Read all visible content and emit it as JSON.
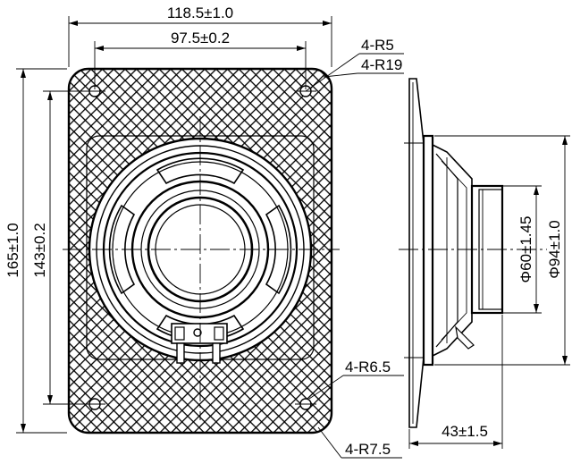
{
  "dimensions": {
    "overall_width": "118.5±1.0",
    "hole_spacing_x": "97.5±0.2",
    "overall_height": "165±1.0",
    "hole_spacing_y": "143±0.2",
    "corner_radius_small": "4-R5",
    "corner_radius_large": "4-R19",
    "hole_radius_inner": "4-R6.5",
    "hole_radius_outer": "4-R7.5",
    "magnet_diameter": "Φ60±1.45",
    "frame_diameter": "Φ94±1.0",
    "depth": "43±1.5"
  }
}
